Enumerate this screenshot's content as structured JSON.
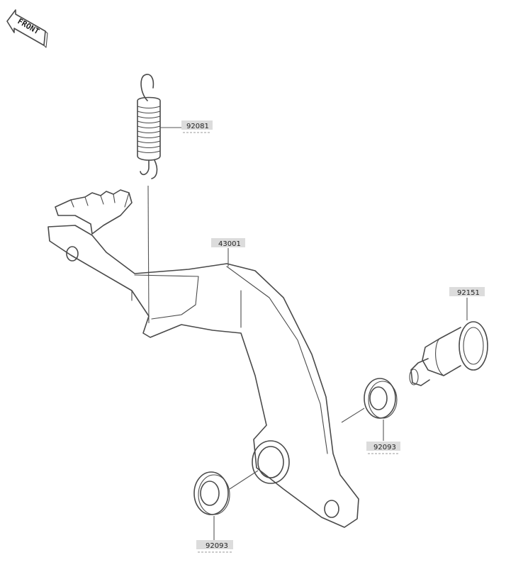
{
  "front_indicator": {
    "text": "FRONT"
  },
  "parts": {
    "spring": {
      "number": "92081"
    },
    "pedal": {
      "number": "43001"
    },
    "pivot_bolt": {
      "number": "92151"
    },
    "seal_right": {
      "number": "92093"
    },
    "seal_left": {
      "number": "92093"
    }
  },
  "colors": {
    "line": "#4a4a4a",
    "label_background": "#dcdcdc"
  }
}
